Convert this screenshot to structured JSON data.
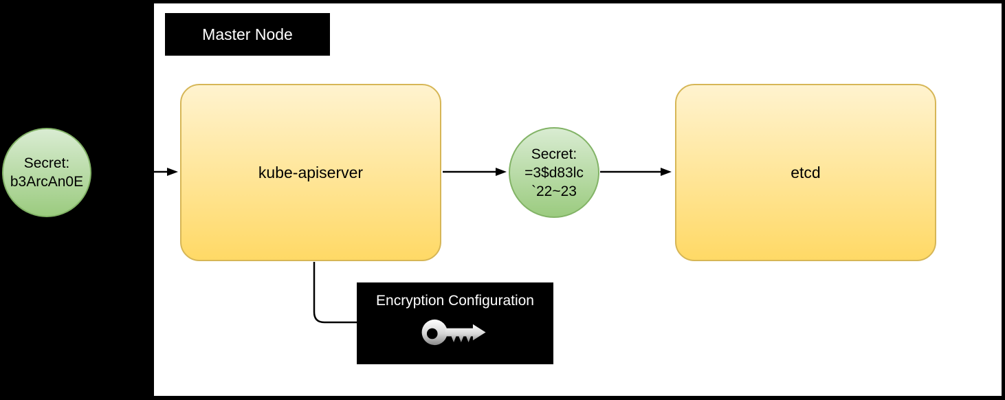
{
  "diagram": {
    "container_label": "Master Node",
    "nodes": {
      "secret_plain": {
        "type": "circle",
        "lines": [
          "Secret:",
          "b3ArcAn0E"
        ]
      },
      "kube_apiserver": {
        "type": "rounded-box",
        "label": "kube-apiserver"
      },
      "secret_encrypted": {
        "type": "circle",
        "lines": [
          "Secret:",
          "=3$d83lc",
          "`22~23"
        ]
      },
      "etcd": {
        "type": "rounded-box",
        "label": "etcd"
      },
      "encryption_config": {
        "type": "label-box",
        "label": "Encryption Configuration",
        "icon": "key-icon"
      }
    },
    "edges": [
      {
        "from": "secret-plain",
        "to": "kube-apiserver",
        "style": "arrow"
      },
      {
        "from": "kube-apiserver",
        "to": "secret-encrypted",
        "style": "arrow"
      },
      {
        "from": "secret-encrypted",
        "to": "etcd",
        "style": "arrow"
      },
      {
        "from": "kube-apiserver",
        "to": "encryption-config",
        "style": "elbow"
      }
    ]
  },
  "colors": {
    "background": "#000000",
    "panel_bg": "#ffffff",
    "panel_border": "#000000",
    "label_bg": "#000000",
    "label_text": "#ffffff",
    "node_text": "#000000",
    "edge": "#000000",
    "yellow_top": "#fff3cf",
    "yellow_bottom": "#ffd966",
    "yellow_border": "#d6b656",
    "green_top": "#d9ecd2",
    "green_bottom": "#9bcb7f",
    "green_border": "#82b366",
    "key_light": "#ffffff",
    "key_dark": "#8a8a8a"
  }
}
